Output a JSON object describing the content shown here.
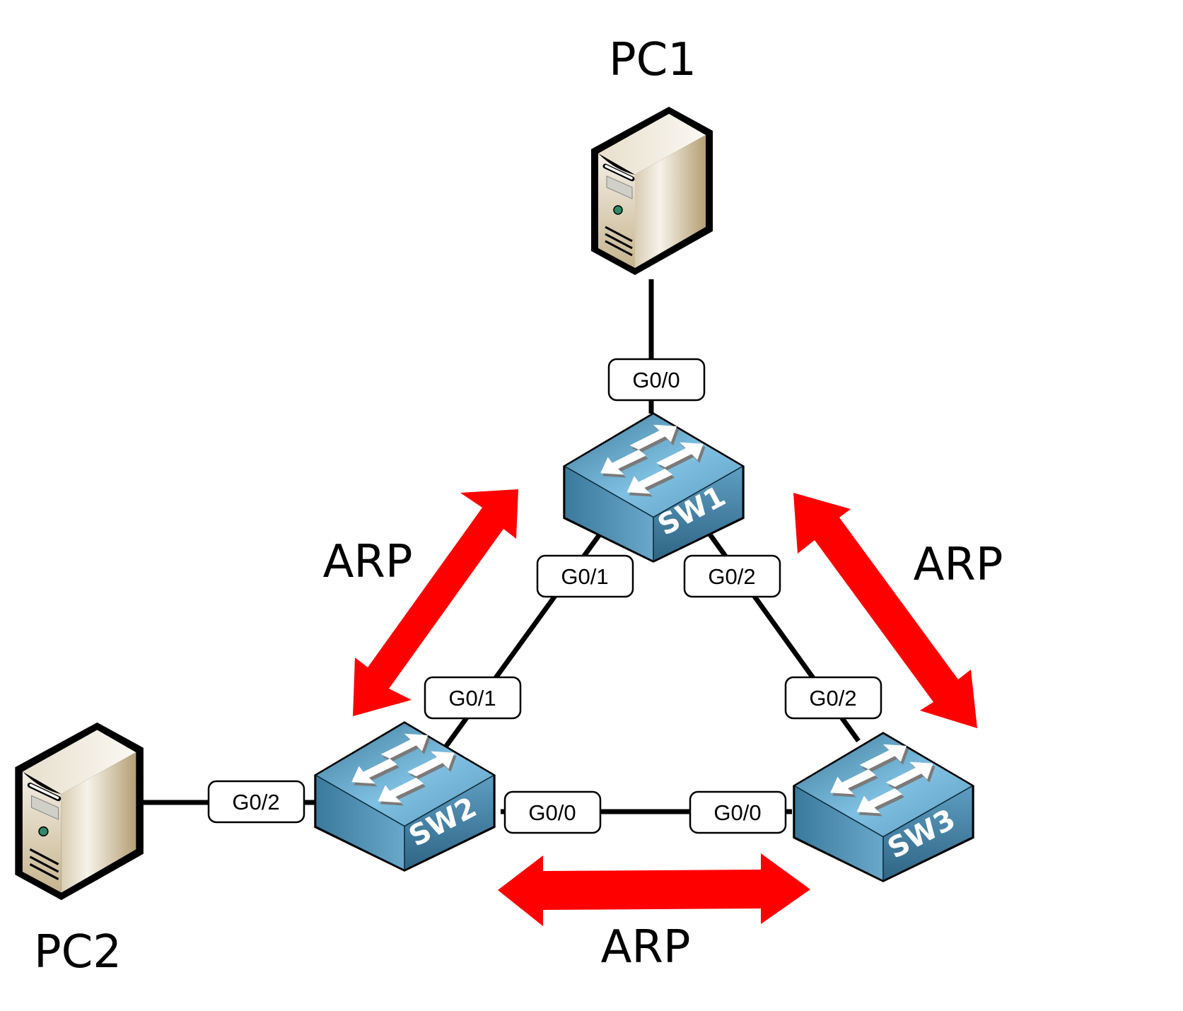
{
  "diagram": {
    "type": "network-topology",
    "colors": {
      "link": "#000000",
      "arp_arrow": "#ff0000",
      "switch_top_light": "#7fbfe0",
      "switch_top_dark": "#3f7c9c",
      "switch_side": "#3c7898",
      "pc_body": "#e4dac6",
      "pc_shade": "#b8a47c",
      "port_label_bg": "#ffffff"
    },
    "nodes": {
      "pc1": {
        "label": "PC1",
        "kind": "pc"
      },
      "pc2": {
        "label": "PC2",
        "kind": "pc"
      },
      "sw1": {
        "label": "SW1",
        "kind": "switch"
      },
      "sw2": {
        "label": "SW2",
        "kind": "switch"
      },
      "sw3": {
        "label": "SW3",
        "kind": "switch"
      }
    },
    "links": [
      {
        "from": "pc1",
        "to": "sw1",
        "port_to": "G0/0"
      },
      {
        "from": "sw1",
        "to": "sw2",
        "port_from": "G0/1",
        "port_to": "G0/1"
      },
      {
        "from": "sw1",
        "to": "sw3",
        "port_from": "G0/2",
        "port_to": "G0/2"
      },
      {
        "from": "sw2",
        "to": "sw3",
        "port_from": "G0/0",
        "port_to": "G0/0"
      },
      {
        "from": "pc2",
        "to": "sw2",
        "port_to": "G0/2"
      }
    ],
    "ports": {
      "sw1_g00": "G0/0",
      "sw1_g01": "G0/1",
      "sw1_g02": "G0/2",
      "sw2_g01": "G0/1",
      "sw2_g02": "G0/2",
      "sw2_g00": "G0/0",
      "sw3_g02": "G0/2",
      "sw3_g00": "G0/0"
    },
    "arrows": [
      {
        "between": [
          "sw1",
          "sw2"
        ],
        "label": "ARP",
        "bidirectional": true
      },
      {
        "between": [
          "sw1",
          "sw3"
        ],
        "label": "ARP",
        "bidirectional": true
      },
      {
        "between": [
          "sw2",
          "sw3"
        ],
        "label": "ARP",
        "bidirectional": true
      }
    ]
  }
}
